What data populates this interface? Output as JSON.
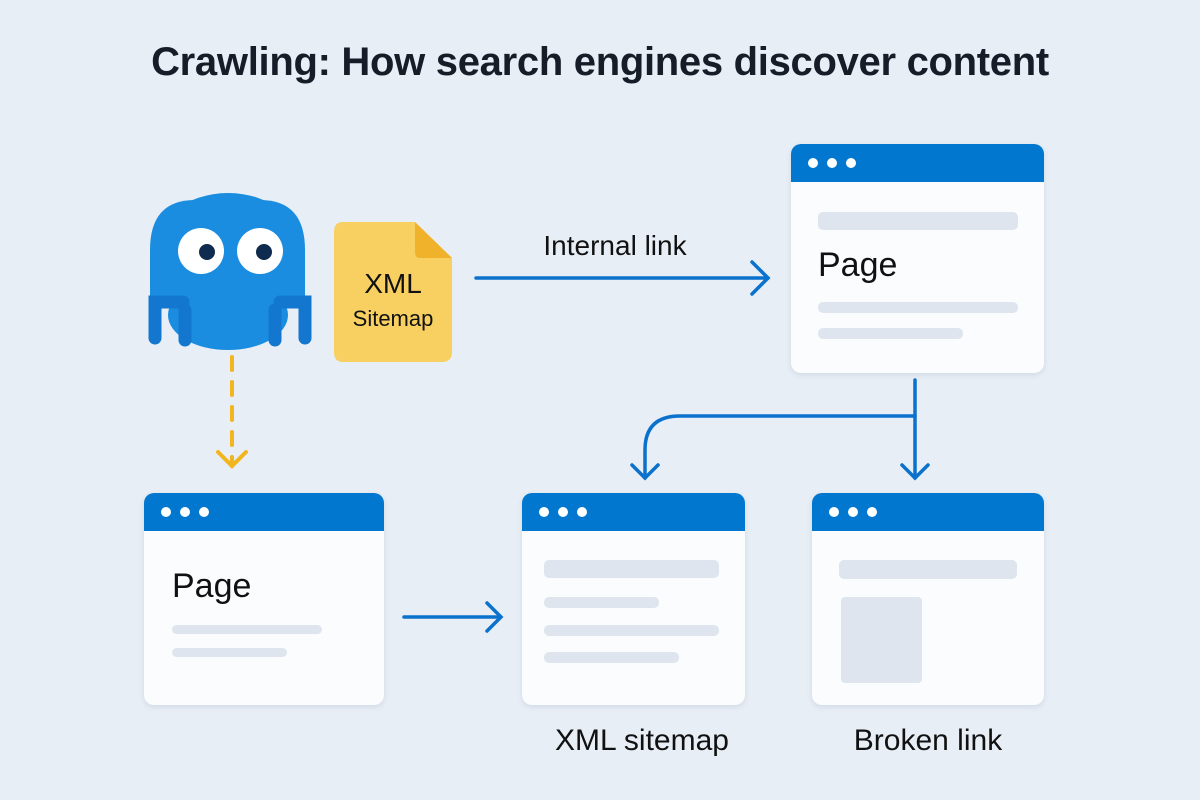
{
  "title": "Crawling: How search engines discover content",
  "sitemap_doc": {
    "line1": "XML",
    "line2": "Sitemap"
  },
  "edges": {
    "internal_link": "Internal link"
  },
  "nodes": {
    "top_page": {
      "text": "Page"
    },
    "left_page": {
      "text": "Page"
    },
    "xml_sitemap": {
      "caption": "XML sitemap"
    },
    "broken_link": {
      "caption": "Broken link"
    }
  },
  "colors": {
    "accent": "#0277cf",
    "crawler": "#1a8de0",
    "sitemap": "#f7d061",
    "dashed_arrow": "#f2b51d",
    "error": "#e8694a"
  }
}
